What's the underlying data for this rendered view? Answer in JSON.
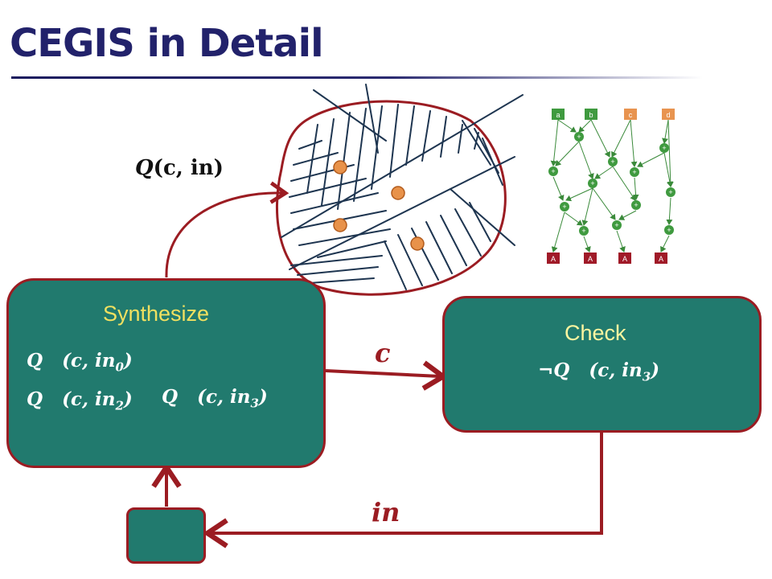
{
  "title": "CEGIS in Detail",
  "query_label": {
    "head": "Q",
    "args": "(c, in)"
  },
  "synth_box": {
    "title": "Synthesize",
    "rows": [
      {
        "q": "Q",
        "args": "(c, in",
        "sub": "0",
        "close": ")"
      },
      {
        "q": "Q",
        "args": "(c, in",
        "sub": "2",
        "close": ")"
      },
      {
        "q": "Q",
        "args": "(c, in",
        "sub": "3",
        "close": ")"
      }
    ]
  },
  "check_box": {
    "title": "Check",
    "expr": {
      "q": "¬Q",
      "args": "(c, in",
      "sub": "3",
      "close": ")"
    }
  },
  "c_label": "c",
  "in_label": "in",
  "dag_inputs": [
    "a",
    "b",
    "c",
    "d"
  ],
  "dag_outputs": [
    "A",
    "A",
    "A",
    "A"
  ],
  "dag_op": "+",
  "colors": {
    "box_fill": "#217a6e",
    "border": "#9b1c22",
    "title": "#22226b",
    "synth_title": "#f0e060",
    "check_title": "#fff6a0",
    "dot": "#e8924a"
  }
}
